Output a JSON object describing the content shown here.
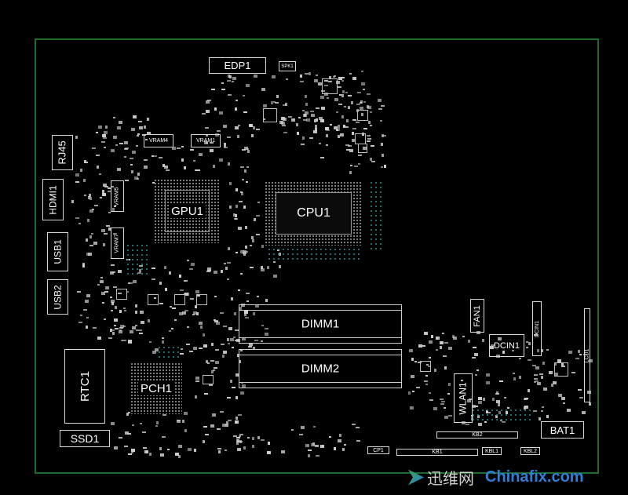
{
  "components": {
    "edp1": "EDP1",
    "spk1": "SPK1",
    "rj45": "RJ45",
    "hdmi1": "HDMI1",
    "usb1": "USB1",
    "usb2": "USB2",
    "vram4": "VRAM4",
    "vram1": "VRAM1",
    "vram5": "VRAM5",
    "vram7": "VRAM7",
    "gpu1": "GPU1",
    "cpu1": "CPU1",
    "dimm1": "DIMM1",
    "dimm2": "DIMM2",
    "rtc1": "RTC1",
    "pch1": "PCH1",
    "ssd1": "SSD1",
    "fan1": "FAN1",
    "dcin1": "DCIN1",
    "dcin1_conn": "DCIN1",
    "wlan1": "WLAN1",
    "kb2": "KB2",
    "kb1": "KB1",
    "kbl1": "KBL1",
    "kbl2": "KBL2",
    "cp1": "CP1",
    "bat1": "BAT1",
    "lcd1": "LCD1"
  },
  "watermark": {
    "cn": "迅维网",
    "site": "Chinafix.com"
  },
  "colors": {
    "background": "#000000",
    "board_outline": "#1f6b2a",
    "silkscreen": "#d8d8d8",
    "via": "#2d7f86",
    "watermark_blue": "#2f7fd8"
  }
}
